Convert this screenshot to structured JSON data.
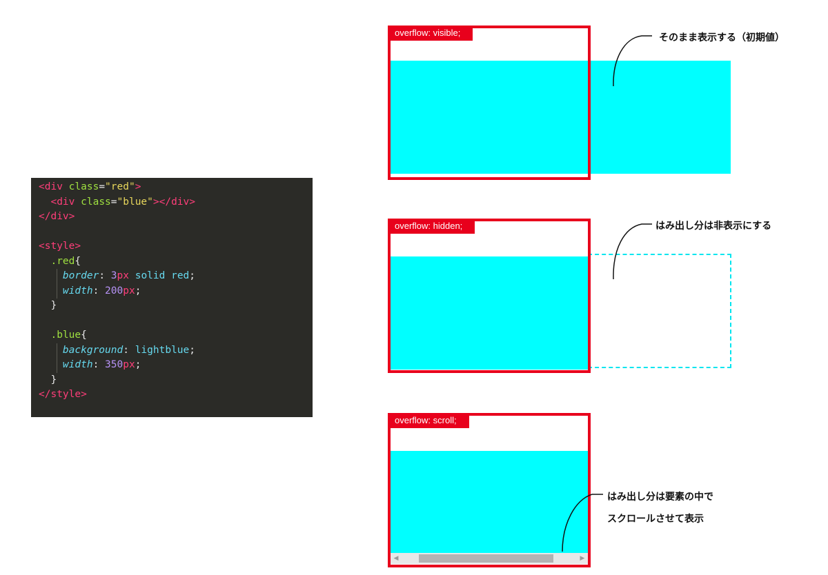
{
  "code": {
    "lines": [
      [
        {
          "c": "t-tag",
          "t": "<div "
        },
        {
          "c": "t-attr",
          "t": "class"
        },
        {
          "c": "t-plain",
          "t": "="
        },
        {
          "c": "t-str",
          "t": "\"red\""
        },
        {
          "c": "t-tag",
          "t": ">"
        }
      ],
      [
        {
          "c": "t-plain",
          "t": "  "
        },
        {
          "c": "t-tag",
          "t": "<div "
        },
        {
          "c": "t-attr",
          "t": "class"
        },
        {
          "c": "t-plain",
          "t": "="
        },
        {
          "c": "t-str",
          "t": "\"blue\""
        },
        {
          "c": "t-tag",
          "t": "></div>"
        }
      ],
      [
        {
          "c": "t-tag",
          "t": "</div>"
        }
      ],
      [],
      [
        {
          "c": "t-tag",
          "t": "<style>"
        }
      ],
      [
        {
          "c": "t-plain",
          "t": "  "
        },
        {
          "c": "t-sel",
          "t": ".red"
        },
        {
          "c": "t-plain",
          "t": "{"
        }
      ],
      [
        {
          "c": "t-plain",
          "t": "    "
        },
        {
          "c": "t-prop",
          "t": "border"
        },
        {
          "c": "t-plain",
          "t": ": "
        },
        {
          "c": "t-num",
          "t": "3"
        },
        {
          "c": "t-unit",
          "t": "px"
        },
        {
          "c": "t-val",
          "t": " solid red"
        },
        {
          "c": "t-plain",
          "t": ";"
        }
      ],
      [
        {
          "c": "t-plain",
          "t": "    "
        },
        {
          "c": "t-prop",
          "t": "width"
        },
        {
          "c": "t-plain",
          "t": ": "
        },
        {
          "c": "t-num",
          "t": "200"
        },
        {
          "c": "t-unit",
          "t": "px"
        },
        {
          "c": "t-plain",
          "t": ";"
        }
      ],
      [
        {
          "c": "t-plain",
          "t": "  }"
        }
      ],
      [],
      [
        {
          "c": "t-plain",
          "t": "  "
        },
        {
          "c": "t-sel",
          "t": ".blue"
        },
        {
          "c": "t-plain",
          "t": "{"
        }
      ],
      [
        {
          "c": "t-plain",
          "t": "    "
        },
        {
          "c": "t-prop",
          "t": "background"
        },
        {
          "c": "t-plain",
          "t": ": "
        },
        {
          "c": "t-val",
          "t": "lightblue"
        },
        {
          "c": "t-plain",
          "t": ";"
        }
      ],
      [
        {
          "c": "t-plain",
          "t": "    "
        },
        {
          "c": "t-prop",
          "t": "width"
        },
        {
          "c": "t-plain",
          "t": ": "
        },
        {
          "c": "t-num",
          "t": "350"
        },
        {
          "c": "t-unit",
          "t": "px"
        },
        {
          "c": "t-plain",
          "t": ";"
        }
      ],
      [
        {
          "c": "t-plain",
          "t": "  }"
        }
      ],
      [
        {
          "c": "t-tag",
          "t": "</style>"
        }
      ]
    ]
  },
  "demos": [
    {
      "label": "overflow: visible;",
      "annotation": [
        "そのまま表示する（初期値）"
      ]
    },
    {
      "label": "overflow: hidden;",
      "annotation": [
        "はみ出し分は非表示にする"
      ]
    },
    {
      "label": "overflow: scroll;",
      "annotation": [
        "はみ出し分は要素の中で",
        "スクロールさせて表示"
      ]
    }
  ],
  "colors": {
    "border": "#e8001c",
    "fill": "#00ffff",
    "code_bg": "#2b2b27"
  }
}
